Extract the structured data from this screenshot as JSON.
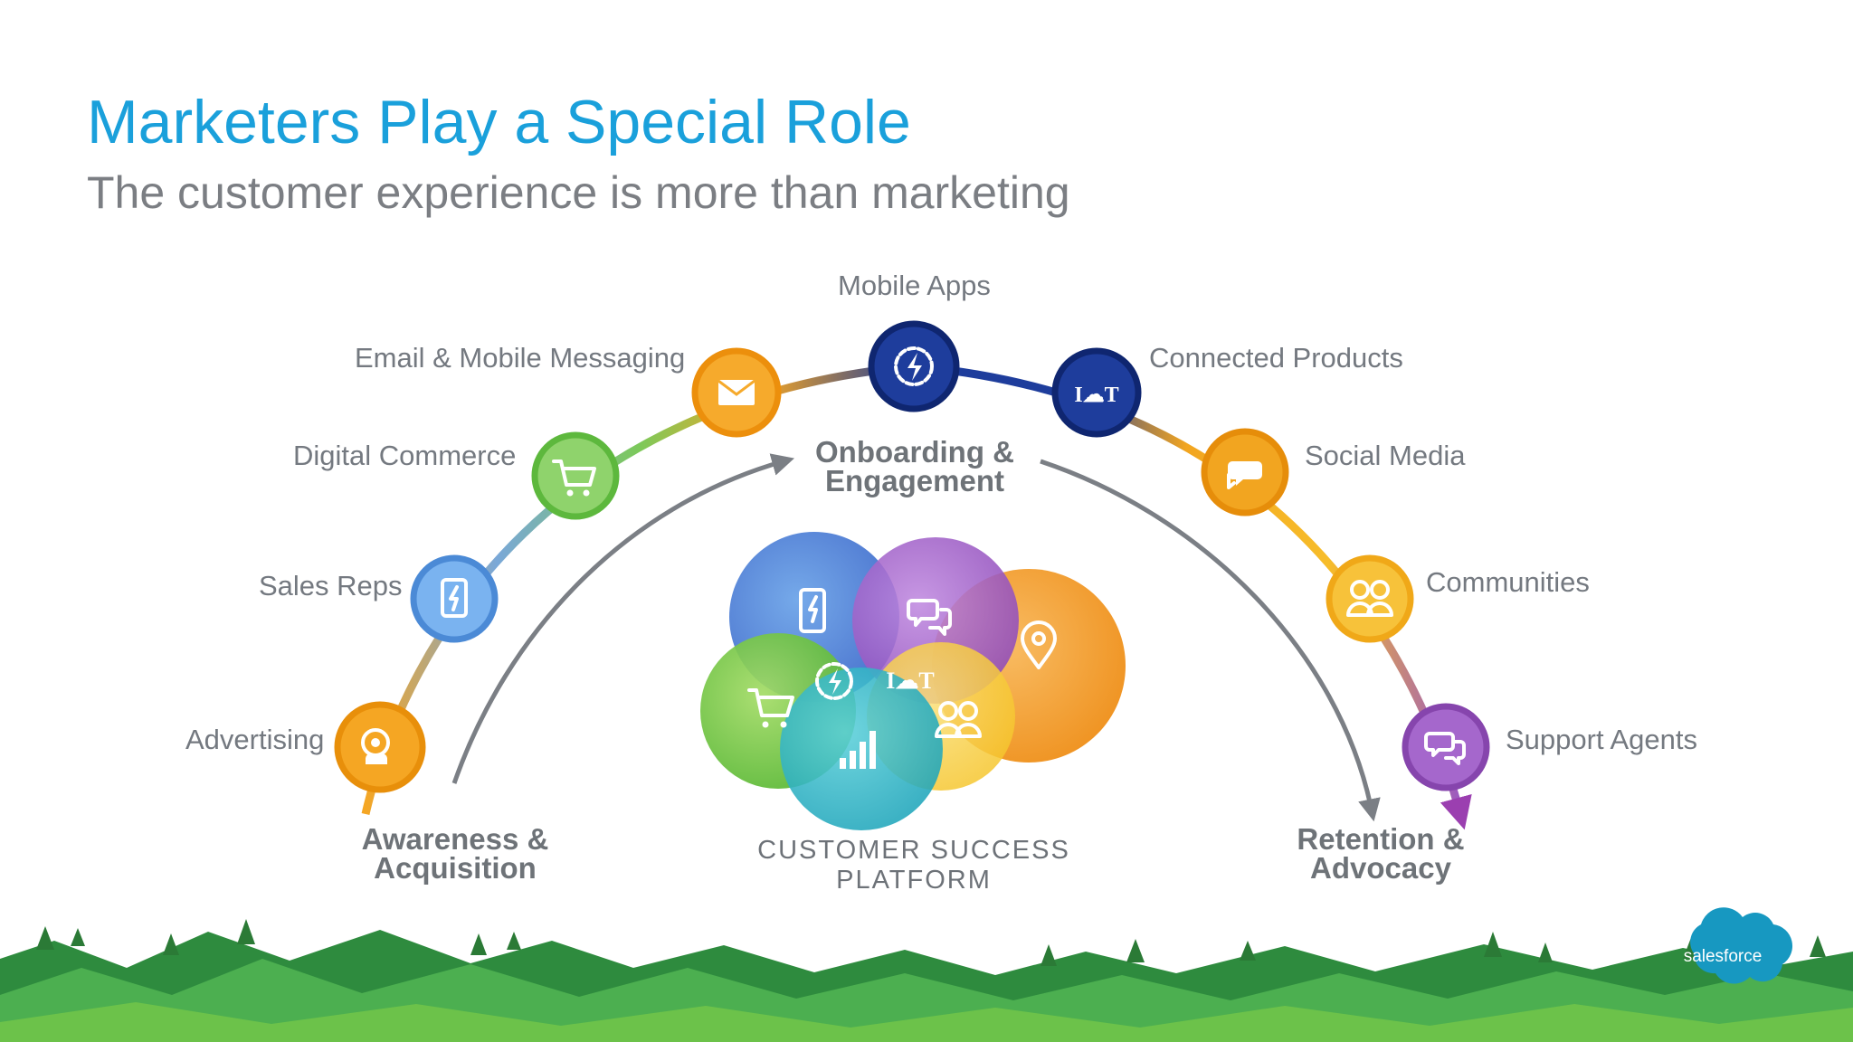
{
  "slide": {
    "title": "Marketers Play a Special Role",
    "subtitle": "The customer experience is more than marketing"
  },
  "channels": {
    "mobile_apps": "Mobile Apps",
    "email": "Email & Mobile Messaging",
    "connected": "Connected Products",
    "commerce": "Digital Commerce",
    "social": "Social Media",
    "sales": "Sales Reps",
    "communities": "Communities",
    "advertising": "Advertising",
    "support": "Support Agents"
  },
  "stages": {
    "awareness": [
      "Awareness &",
      "Acquisition"
    ],
    "onboarding": [
      "Onboarding &",
      "Engagement"
    ],
    "retention": [
      "Retention &",
      "Advocacy"
    ]
  },
  "platform": {
    "label": "CUSTOMER SUCCESS PLATFORM",
    "iot_text": "I☁T"
  },
  "logo": {
    "text": "salesforce"
  },
  "colors": {
    "title": "#1aa0db",
    "advertising": "#f5a623",
    "sales": "#5fa0e6",
    "commerce": "#7cc95a",
    "email": "#f5a623",
    "mobile": "#1e3d9c",
    "connected": "#1e3d9c",
    "social": "#f2a520",
    "communities": "#f7bd2a",
    "support": "#9b59c2",
    "hills": "#4caf50"
  },
  "icons": {
    "advertising": "webcam-icon",
    "sales": "mobile-phone-icon",
    "commerce": "shopping-cart-icon",
    "email": "envelope-icon",
    "mobile": "gear-bolt-icon",
    "connected": "iot-icon",
    "social": "chat-bubbles-icon",
    "communities": "people-icon",
    "support": "speech-bubbles-icon"
  }
}
